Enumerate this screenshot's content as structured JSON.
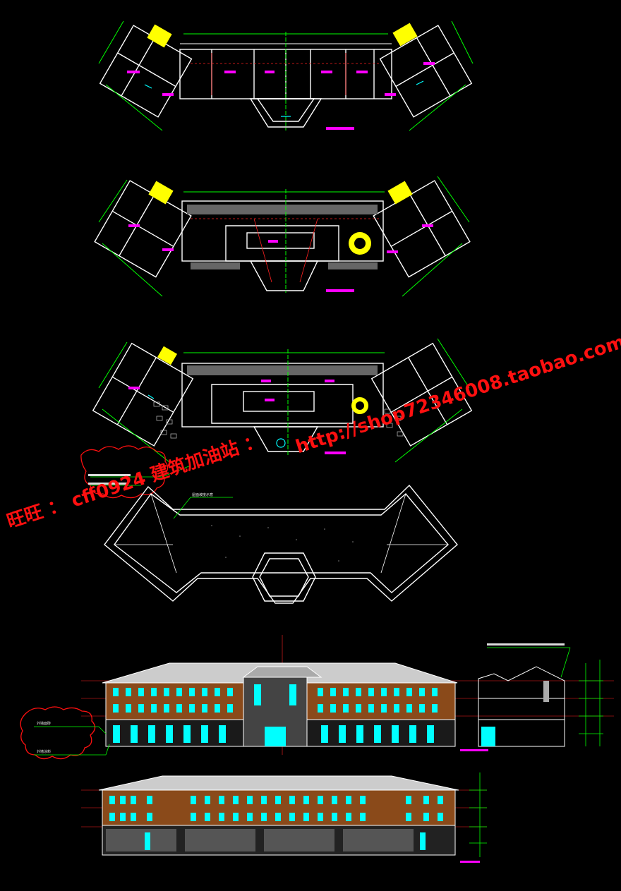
{
  "watermark": {
    "wangwang": "旺旺 ： cff0924 建筑加油站 ：",
    "url": "http://shop72346008.taobao.com"
  },
  "annotations": {
    "roof_note": "屋面坡度示意",
    "elevation_note_1": "外墙面砖",
    "elevation_note_2": "外墙涂料"
  },
  "colors": {
    "background": "#000000",
    "wall_line": "#ffffff",
    "dimension": "#00ff00",
    "axis": "#ff2020",
    "room_label": "#ff00ff",
    "stair": "#ffff00",
    "glass": "#00ffff",
    "brick": "#8a4a1a",
    "watermark": "#ff1010"
  }
}
